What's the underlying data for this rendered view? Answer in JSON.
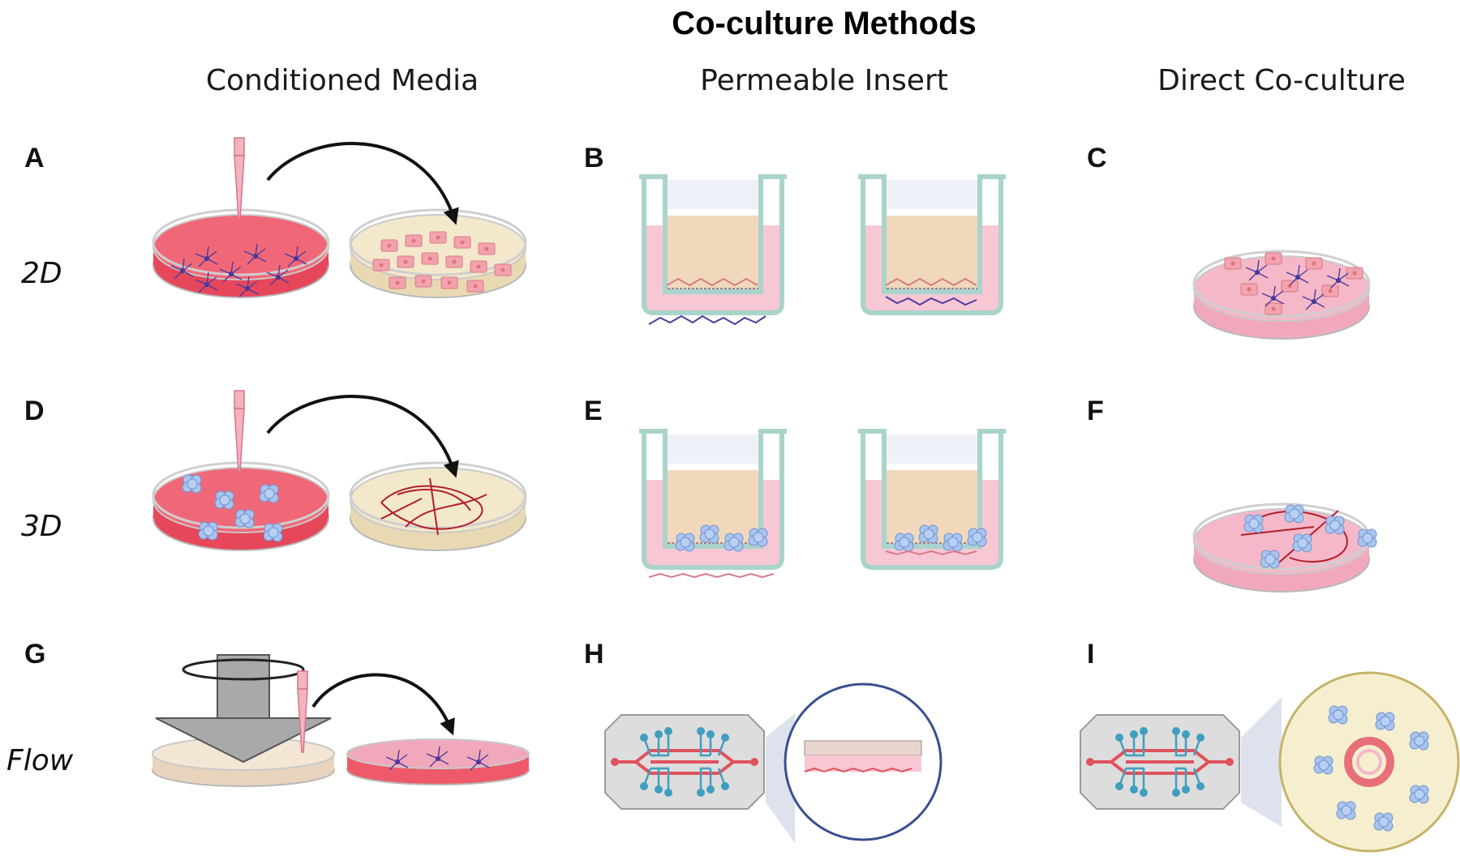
{
  "figure": {
    "title": "Co-culture Methods",
    "columns": [
      "Conditioned Media",
      "Permeable Insert",
      "Direct Co-culture"
    ],
    "rows": [
      "2D",
      "3D",
      "Flow"
    ],
    "panels": [
      "A",
      "B",
      "C",
      "D",
      "E",
      "F",
      "G",
      "H",
      "I"
    ]
  },
  "colors": {
    "media_red": "#ee5a6a",
    "media_cream": "#f1e5c6",
    "media_pink": "#f7c3d0",
    "insert_media": "#f1d8bd",
    "insert_wall": "#a9d4cc",
    "spheroid_blue": "#a9c4ee",
    "cell_purple": "#4b3c9e",
    "vessel_red": "#b01f2a",
    "chip_grey": "#dcdcdc",
    "channel_red": "#e0525d",
    "channel_blue": "#3f9fbf",
    "arrow": "#111111"
  }
}
